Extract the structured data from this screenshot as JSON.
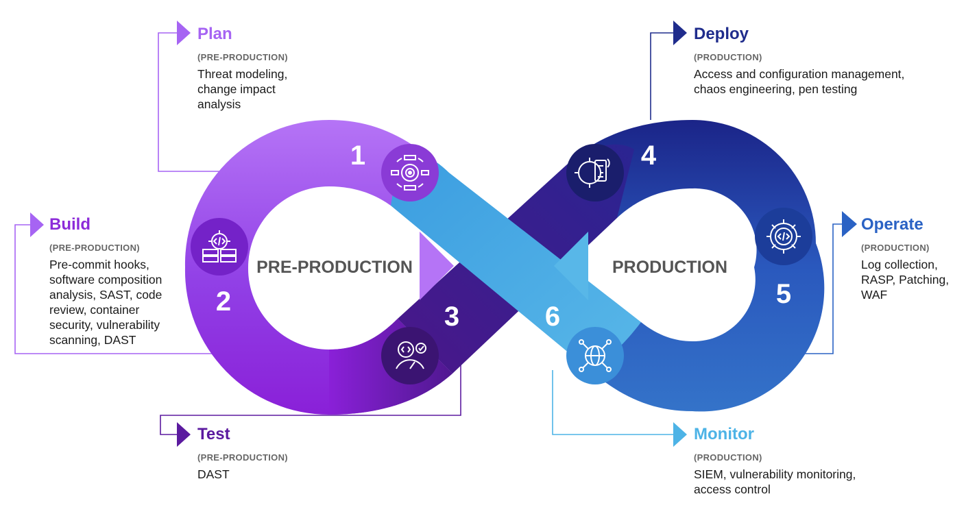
{
  "colors": {
    "plan": "#a664f3",
    "build": "#8c2bd9",
    "test": "#5b1a9f",
    "deploy": "#1f2c8c",
    "operate": "#2a62c4",
    "monitor": "#4db3e6",
    "center_label": "#555555"
  },
  "center_labels": {
    "left": "PRE-PRODUCTION",
    "right": "PRODUCTION"
  },
  "stages": [
    {
      "id": "plan",
      "number": "1",
      "title": "Plan",
      "subtitle": "(PRE-PRODUCTION)",
      "description": "Threat modeling,\nchange impact\nanalysis",
      "icon": "target-icon"
    },
    {
      "id": "build",
      "number": "2",
      "title": "Build",
      "subtitle": "(PRE-PRODUCTION)",
      "description": "Pre-commit hooks,\nsoftware composition\nanalysis, SAST, code\nreview, container\nsecurity, vulnerability\nscanning, DAST",
      "icon": "code-servers-icon"
    },
    {
      "id": "test",
      "number": "3",
      "title": "Test",
      "subtitle": "(PRE-PRODUCTION)",
      "description": "DAST",
      "icon": "code-gauge-icon"
    },
    {
      "id": "deploy",
      "number": "4",
      "title": "Deploy",
      "subtitle": "(PRODUCTION)",
      "description": "Access and configuration management,\nchaos engineering, pen testing",
      "icon": "gear-phone-icon"
    },
    {
      "id": "operate",
      "number": "5",
      "title": "Operate",
      "subtitle": "(PRODUCTION)",
      "description": "Log collection,\nRASP, Patching,\nWAF",
      "icon": "code-gear-icon"
    },
    {
      "id": "monitor",
      "number": "6",
      "title": "Monitor",
      "subtitle": "(PRODUCTION)",
      "description": "SIEM, vulnerability monitoring,\naccess control",
      "icon": "globe-network-icon"
    }
  ]
}
